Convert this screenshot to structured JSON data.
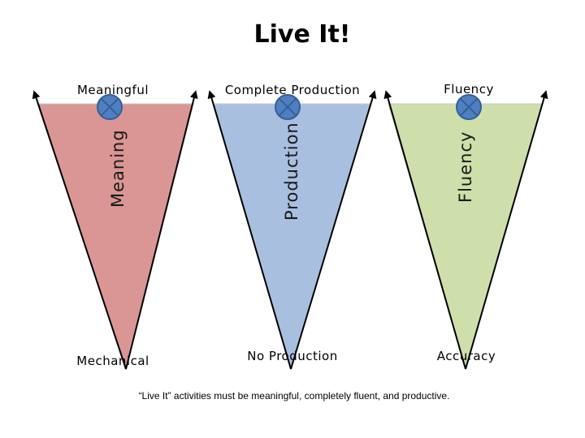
{
  "title": "Live It!",
  "caption": "“Live It” activities must be meaningful, completely fluent, and productive.",
  "colors": {
    "meaning_fill": "#d99694",
    "production_fill": "#a9bfdf",
    "fluency_fill": "#cfdfab",
    "marker_fill": "#4f7fc0",
    "marker_stroke": "#34609a",
    "arrow": "#000000"
  },
  "cones": [
    {
      "id": "meaning",
      "axis_label": "Meaning",
      "top_label": "Meaningful",
      "bottom_label": "Mechanical",
      "fill_key": "meaning_fill",
      "marker_icon": "x-circle-icon"
    },
    {
      "id": "production",
      "axis_label": "Production",
      "top_label": "Complete Production",
      "bottom_label": "No Production",
      "fill_key": "production_fill",
      "marker_icon": "x-circle-icon"
    },
    {
      "id": "fluency",
      "axis_label": "Fluency",
      "top_label": "Fluency",
      "bottom_label": "Accuracy",
      "fill_key": "fluency_fill",
      "marker_icon": "x-circle-icon"
    }
  ]
}
